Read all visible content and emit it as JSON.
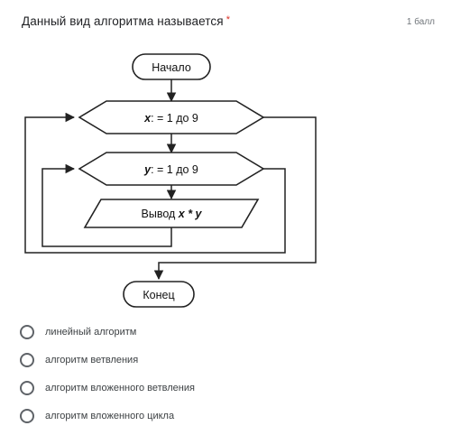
{
  "question": {
    "title": "Данный вид алгоритма называется",
    "required_mark": "*",
    "points": "1 балл"
  },
  "flowchart": {
    "start": "Начало",
    "outer_loop": {
      "var": "x",
      "text": ": = 1 до 9"
    },
    "inner_loop": {
      "var": "y",
      "text": ": = 1 до 9"
    },
    "output": {
      "prefix": "Вывод ",
      "expr": "x * y"
    },
    "end": "Конец"
  },
  "options": [
    {
      "label": "линейный алгоритм",
      "selected": false
    },
    {
      "label": "алгоритм ветвления",
      "selected": false
    },
    {
      "label": "алгоритм вложенного ветвления",
      "selected": false
    },
    {
      "label": "алгоритм вложенного цикла",
      "selected": false
    }
  ]
}
